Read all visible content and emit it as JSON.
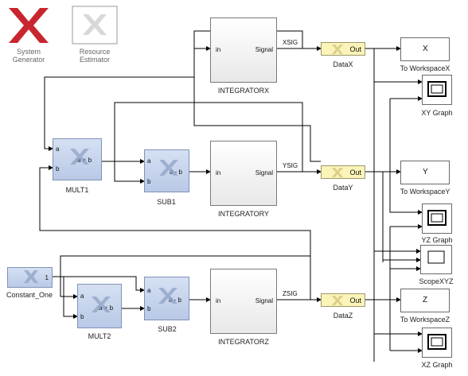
{
  "top_blocks": {
    "system_generator": [
      "System",
      "Generator"
    ],
    "resource_estimator": [
      "Resource",
      "Estimator"
    ]
  },
  "blocks": {
    "mult1": {
      "name": "MULT1",
      "in_a": "a",
      "in_b": "b",
      "op": "a × b"
    },
    "mult2": {
      "name": "MULT2",
      "in_a": "a",
      "in_b": "b",
      "op": "a × b"
    },
    "sub1": {
      "name": "SUB1",
      "in_a": "a",
      "in_b": "b",
      "op": "a - b"
    },
    "sub2": {
      "name": "SUB2",
      "in_a": "a",
      "in_b": "b",
      "op": "a - b"
    },
    "constant_one": {
      "name": "Constant_One",
      "value": "1"
    },
    "integratorx": {
      "name": "INTEGRATORX",
      "in": "in",
      "out": "Signal"
    },
    "integratory": {
      "name": "INTEGRATORY",
      "in": "in",
      "out": "Signal"
    },
    "integratorz": {
      "name": "INTEGRATORZ",
      "in": "in",
      "out": "Signal"
    },
    "datax": {
      "name": "DataX",
      "out": "Out"
    },
    "datay": {
      "name": "DataY",
      "out": "Out"
    },
    "dataz": {
      "name": "DataZ",
      "out": "Out"
    },
    "towsx": {
      "name": "To WorkspaceX",
      "var": "X"
    },
    "towsy": {
      "name": "To WorkspaceY",
      "var": "Y"
    },
    "towsz": {
      "name": "To WorkspaceZ",
      "var": "Z"
    },
    "xygraph": {
      "name": "XY Graph"
    },
    "yzgraph": {
      "name": "YZ Graph"
    },
    "xzgraph": {
      "name": "XZ Graph"
    },
    "scopexyz": {
      "name": "ScopeXYZ"
    }
  },
  "signals": {
    "x": "XSIG",
    "y": "YSIG",
    "z": "ZSIG"
  },
  "colors": {
    "xilinx_red": "#c8262e",
    "line": "#000000",
    "xilinx_block": "#c6d3ec",
    "gateway_block": "#fbf3b8"
  }
}
